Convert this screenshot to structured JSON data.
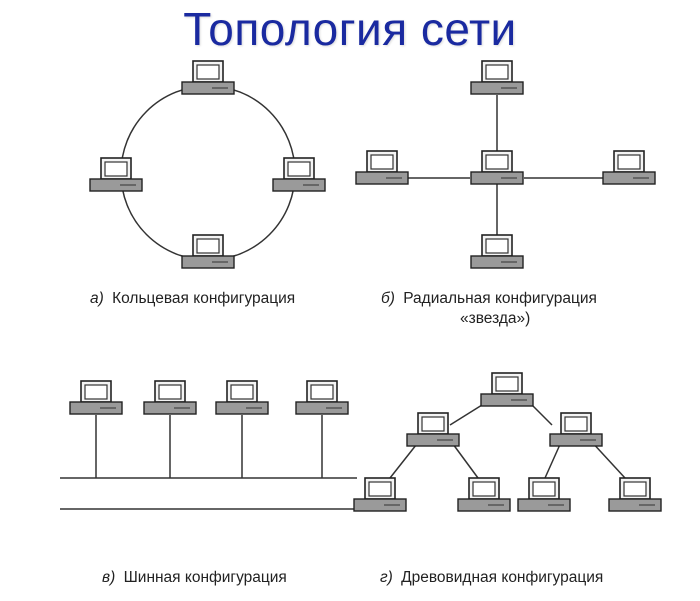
{
  "title": "Топология сети",
  "colors": {
    "title": "#1a2aa0",
    "lines": "#333333",
    "computer_base": "#9a9a9a"
  },
  "diagrams": {
    "ring": {
      "letter": "а)",
      "caption": "Кольцевая конфигурация"
    },
    "star": {
      "letter": "б)",
      "caption": "Радиальная конфигурация",
      "caption_line2": "«звезда»)"
    },
    "bus": {
      "letter": "в)",
      "caption": "Шинная конфигурация"
    },
    "tree": {
      "letter": "г)",
      "caption": "Древовидная конфигурация"
    }
  },
  "icons": {
    "node": "computer-icon"
  }
}
